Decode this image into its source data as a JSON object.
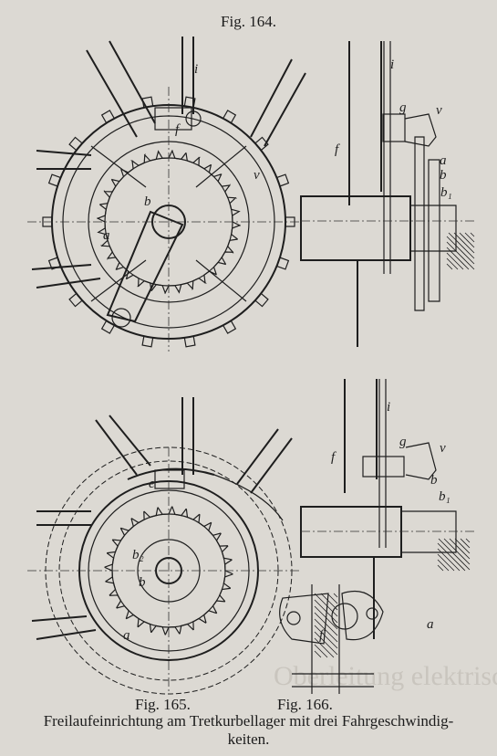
{
  "figure_labels": {
    "fig164": "Fig. 164.",
    "fig165": "Fig. 165.",
    "fig166": "Fig. 166."
  },
  "caption": {
    "line1": "Freilaufeinrichtung am Tretkurbellager mit drei Fahrgeschwindig-",
    "line2": "keiten."
  },
  "part_labels": {
    "i": "i",
    "f": "f",
    "g": "g",
    "v": "v",
    "a": "a",
    "b": "b",
    "b1": "b₁",
    "b2": "b₂",
    "e": "e"
  },
  "background_text": "Oberleitung elektrischer Bahnen",
  "colors": {
    "paper": "#dcd9d3",
    "ink": "#1e1e1e",
    "bleed_through": "#c9c5be"
  }
}
